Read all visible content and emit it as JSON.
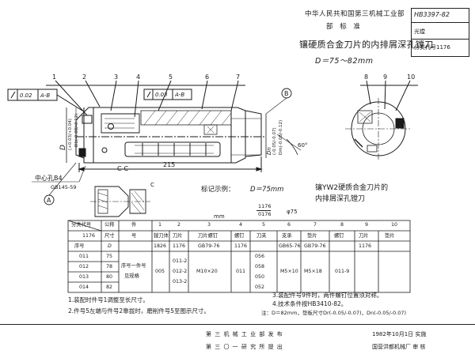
{
  "header": {
    "org": "中华人民共和国第三机械工业部",
    "standard_label": "部 标 准",
    "title": "镶硬质合金刀片的内排屑深孔镗刀",
    "range": "D＝75～82mm"
  },
  "code_box": {
    "number": "HB3397-82",
    "row2": "光镗",
    "row3": "分类代号1176"
  },
  "drawing": {
    "callouts": [
      "1",
      "2",
      "3",
      "4",
      "5",
      "6",
      "7",
      "8",
      "9",
      "10"
    ],
    "tol_left": "0.02",
    "tol_left_ref": "A-B",
    "tol_mid": "0.03",
    "tol_mid_ref": "A-B",
    "dia_left": "D",
    "dia_left_sub": "(+0.03/+0.04)",
    "dia_left_extra": "D1(-0.08/-0.12)",
    "dia_right": "Dn",
    "dia_right_sub": "(-0.05/-0.07)",
    "dia_right_extra": "Dm(-0.08/-0.12)",
    "length": "215",
    "angle": "60°",
    "center_hole": "中心孔B4",
    "center_hole_std": "GB145-59",
    "datum_a": "A",
    "datum_b": "B",
    "section": "C-C",
    "sec_c": "C"
  },
  "marking": {
    "label": "标记示例：",
    "example": "D＝75mm",
    "desc1": "镶YW2硬质合金刀片的",
    "desc2": "内排屑深孔镗刀",
    "frac_top": "1176",
    "frac_bottom": "0176",
    "dia": "φ75"
  },
  "table": {
    "mm": "mm",
    "headers": [
      "分类代号",
      "公称",
      "件",
      "1",
      "2",
      "3",
      "4",
      "5",
      "6",
      "7",
      "8",
      "9",
      "10"
    ],
    "header_row2": [
      "1176",
      "尺寸",
      "号",
      "镗刀体",
      "刀片",
      "刀片螺钉",
      "螺钉",
      "刀夹",
      "支承",
      "垫片",
      "螺钉",
      "刀片",
      "垫片"
    ],
    "sub_label": "序号",
    "sub_d": "D",
    "std_row": [
      "1826",
      "1176",
      "GB79-76",
      "1176",
      "GB65-76",
      "GB79-76",
      "1176"
    ],
    "rows": [
      {
        "code": "011",
        "d": "75"
      },
      {
        "code": "012",
        "d": "78"
      },
      {
        "code": "013",
        "d": "80"
      },
      {
        "code": "014",
        "d": "82"
      }
    ],
    "col3_text1": "序号一件号",
    "col3_text2": "见规格",
    "c005": "005",
    "p011_2": "011-2",
    "p012_2": "012-2",
    "p013_2": "013-2",
    "screw1": "M10×20",
    "support": [
      "056",
      "058",
      "050",
      "052"
    ],
    "c011": "011",
    "screw_m5a": "M5×10",
    "screw_m5b": "M5×18",
    "pad": "011-9"
  },
  "notes": [
    "1.装配时件号1调整至长尺寸。",
    "2.件号5左端与件号2靠拢时，磨削件号5至图示尺寸。",
    "注：D＝82mm，垫板尺寸Dr(-0.05/-0.07)，Dn(-0.05/-0.07)"
  ],
  "notes_right": [
    "3.装配件号9件时，两件螺钉位置须对称。",
    "4.技术条件按HB3410-82。"
  ],
  "footer": {
    "issuer": "第 三 机 械 工 业 部    发 布",
    "institute": "第 三 〇 一 研 究 所    提 出",
    "date": "1982年10月1日  实施",
    "editor": "国营洪都机械厂    审 核"
  }
}
